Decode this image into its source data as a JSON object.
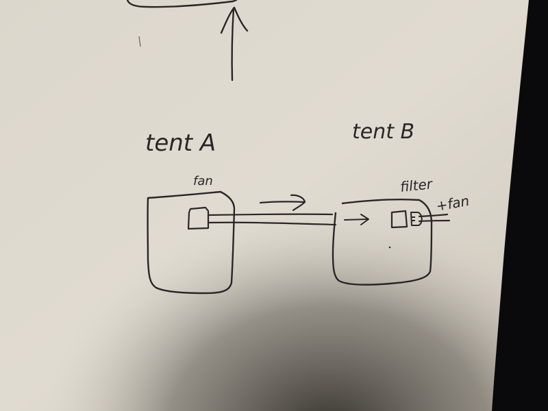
{
  "diagram": {
    "type": "hand-drawn sketch",
    "colors": {
      "paper": "#ddd8ce",
      "ink": "#2a2628",
      "shadow": "#6e6a63",
      "background": "#0a0a0c"
    },
    "labels": {
      "tent_a": "tent A",
      "tent_b": "tent B",
      "fan_a": "fan",
      "filter": "filter",
      "plus_fan": "+fan"
    },
    "nodes": [
      {
        "id": "top-box",
        "label": "",
        "note": "partially visible box at top edge"
      },
      {
        "id": "tent-a",
        "label": "tent A",
        "contains": [
          "fan"
        ]
      },
      {
        "id": "tent-b",
        "label": "tent B",
        "contains": [
          "filter",
          "fan"
        ]
      }
    ],
    "edges": [
      {
        "from": "tent-a",
        "to": "top-box",
        "kind": "arrow-up"
      },
      {
        "from": "tent-a",
        "to": "tent-b",
        "kind": "duct",
        "arrows": [
          "right",
          "right"
        ]
      },
      {
        "from": "tent-b",
        "to": "outside",
        "kind": "exhaust-duct"
      }
    ]
  }
}
